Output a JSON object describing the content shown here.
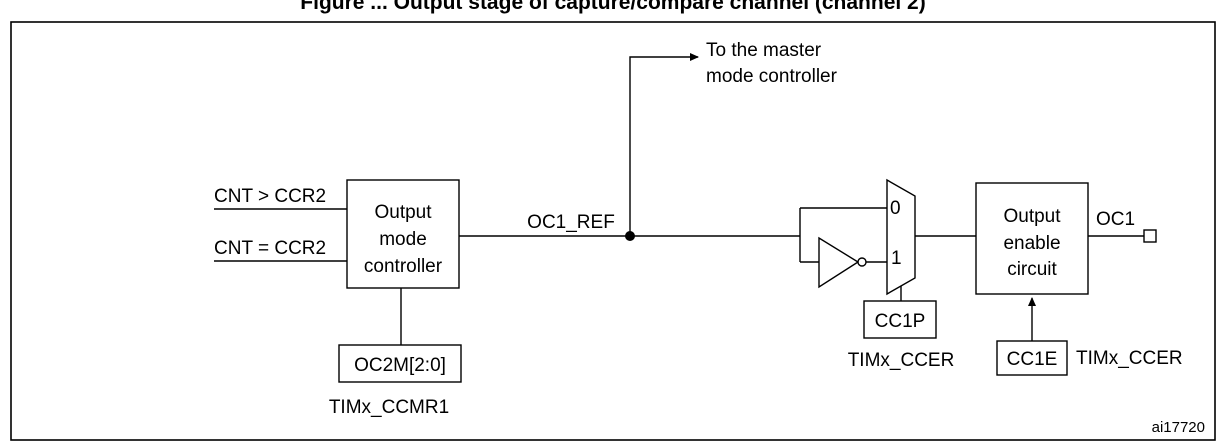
{
  "figure": {
    "title_visible": "Figure ... Output stage of capture/compare channel (channel 2)",
    "ref_code": "ai17720"
  },
  "inputs": {
    "gt": "CNT > CCR2",
    "eq": "CNT = CCR2"
  },
  "output_mode_controller": {
    "line1": "Output",
    "line2": "mode",
    "line3": "controller"
  },
  "oc2m": {
    "label": "OC2M[2:0]",
    "register": "TIMx_CCMR1"
  },
  "signal": {
    "oc1_ref": "OC1_REF"
  },
  "master": {
    "line1": "To the master",
    "line2": "mode controller"
  },
  "mux": {
    "in0": "0",
    "in1": "1"
  },
  "cc1p": {
    "label": "CC1P",
    "register": "TIMx_CCER"
  },
  "output_enable": {
    "line1": "Output",
    "line2": "enable",
    "line3": "circuit"
  },
  "cc1e": {
    "label": "CC1E",
    "register": "TIMx_CCER"
  },
  "output": {
    "label": "OC1"
  }
}
